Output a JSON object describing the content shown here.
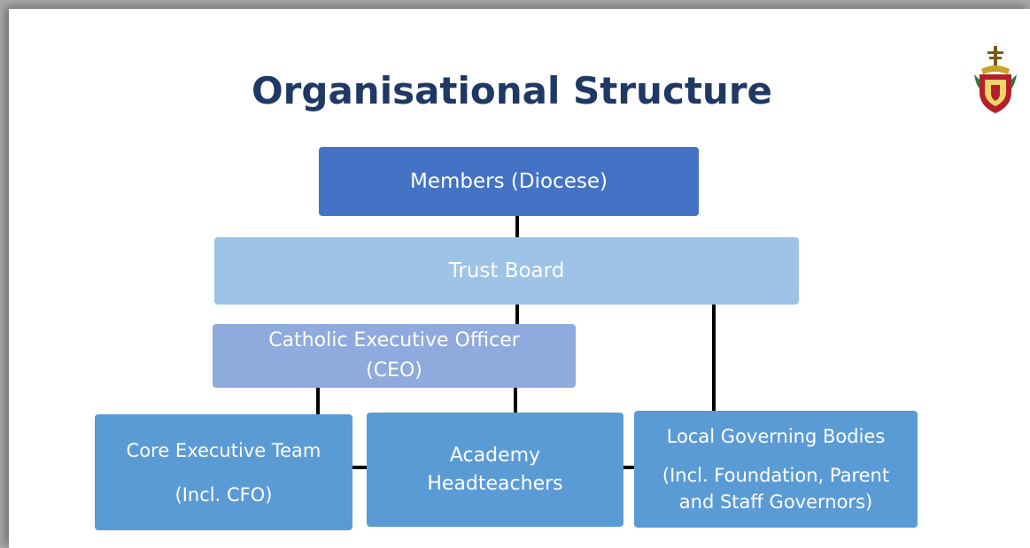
{
  "slide": {
    "title": "Organisational Structure",
    "title_color": "#1f3864",
    "logo": {
      "icon": "diocese-crest-icon"
    }
  },
  "colors": {
    "members": "#4472c4",
    "trust_board": "#9dc3e6",
    "ceo": "#8faadc",
    "bottom": "#5b9bd5",
    "connector": "#000000"
  },
  "org_chart": {
    "members": {
      "label": "Members (Diocese)"
    },
    "trust_board": {
      "label": "Trust Board"
    },
    "ceo": {
      "line1": "Catholic Executive Officer",
      "line2": "(CEO)"
    },
    "core_team": {
      "line1": "Core Executive Team",
      "line2": "(Incl. CFO)"
    },
    "headteachers": {
      "line1": "Academy",
      "line2": "Headteachers"
    },
    "local_governing": {
      "line1": "Local Governing Bodies",
      "line2": "(Incl. Foundation, Parent",
      "line3": "and Staff Governors)"
    }
  }
}
